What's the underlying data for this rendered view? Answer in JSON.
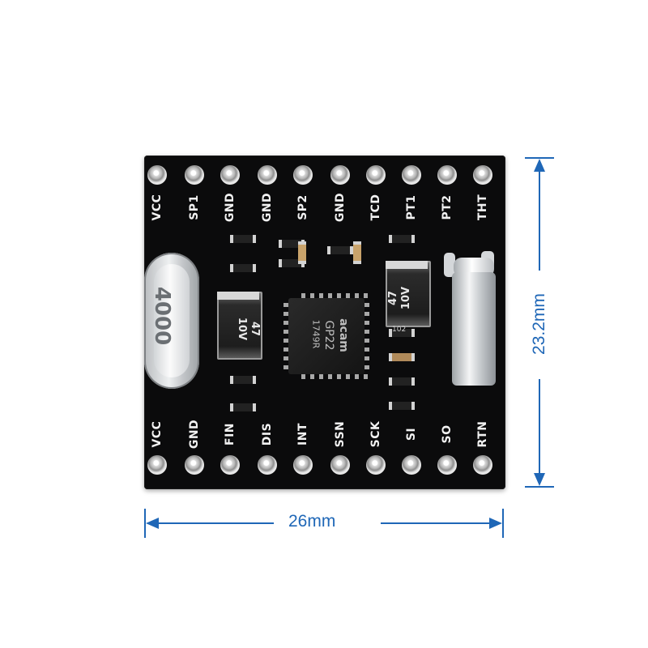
{
  "board": {
    "top_pins": [
      "VCC",
      "SP1",
      "GND",
      "GND",
      "SP2",
      "GND",
      "TCD",
      "PT1",
      "PT2",
      "THT"
    ],
    "bottom_pins": [
      "VCC",
      "GND",
      "FIN",
      "DIS",
      "INT",
      "SSN",
      "SCK",
      "SI",
      "SO",
      "RTN"
    ],
    "crystal_label": "4000",
    "cap_left": {
      "value": "47",
      "voltage": "10V"
    },
    "cap_right": {
      "value": "47",
      "voltage": "10V"
    },
    "chip": {
      "brand": "acam",
      "model": "GP22",
      "code": "1749R"
    },
    "resistor_label": "102"
  },
  "dimensions": {
    "width_label": "26mm",
    "height_label": "23.2mm"
  },
  "colors": {
    "pcb": "#0b0b0c",
    "dimension": "#1f67b7",
    "silkscreen": "#f2f2f2"
  }
}
